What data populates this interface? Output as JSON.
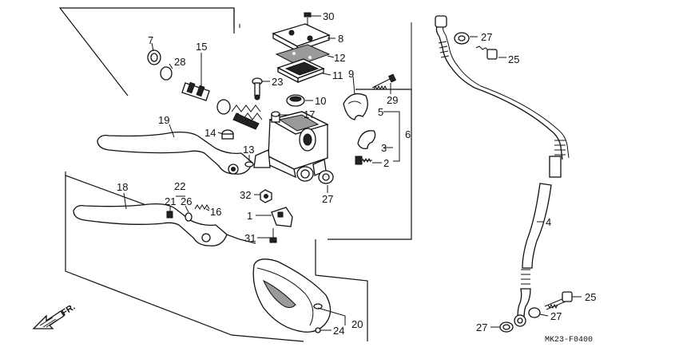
{
  "diagram": {
    "catalog_code": "MK23-F0400",
    "direction_label": "FR.",
    "callouts": [
      {
        "id": "c30",
        "text": "30"
      },
      {
        "id": "c8",
        "text": "8"
      },
      {
        "id": "c12",
        "text": "12"
      },
      {
        "id": "c11",
        "text": "11"
      },
      {
        "id": "c7",
        "text": "7"
      },
      {
        "id": "c15",
        "text": "15"
      },
      {
        "id": "c28",
        "text": "28"
      },
      {
        "id": "c23",
        "text": "23"
      },
      {
        "id": "c10",
        "text": "10"
      },
      {
        "id": "c9",
        "text": "9"
      },
      {
        "id": "c29",
        "text": "29"
      },
      {
        "id": "c17",
        "text": "17"
      },
      {
        "id": "c5",
        "text": "5"
      },
      {
        "id": "c6",
        "text": "6"
      },
      {
        "id": "c3",
        "text": "3"
      },
      {
        "id": "c2",
        "text": "2"
      },
      {
        "id": "c19",
        "text": "19"
      },
      {
        "id": "c14",
        "text": "14"
      },
      {
        "id": "c13",
        "text": "13"
      },
      {
        "id": "c18",
        "text": "18"
      },
      {
        "id": "c22",
        "text": "22"
      },
      {
        "id": "c21",
        "text": "21"
      },
      {
        "id": "c26",
        "text": "26"
      },
      {
        "id": "c16",
        "text": "16"
      },
      {
        "id": "c32",
        "text": "32"
      },
      {
        "id": "c27a",
        "text": "27"
      },
      {
        "id": "c1",
        "text": "1"
      },
      {
        "id": "c31",
        "text": "31"
      },
      {
        "id": "c20",
        "text": "20"
      },
      {
        "id": "c24",
        "text": "24"
      },
      {
        "id": "c27b",
        "text": "27"
      },
      {
        "id": "c25a",
        "text": "25"
      },
      {
        "id": "c4",
        "text": "4"
      },
      {
        "id": "c25b",
        "text": "25"
      },
      {
        "id": "c27c",
        "text": "27"
      },
      {
        "id": "c27d",
        "text": "27"
      }
    ]
  }
}
